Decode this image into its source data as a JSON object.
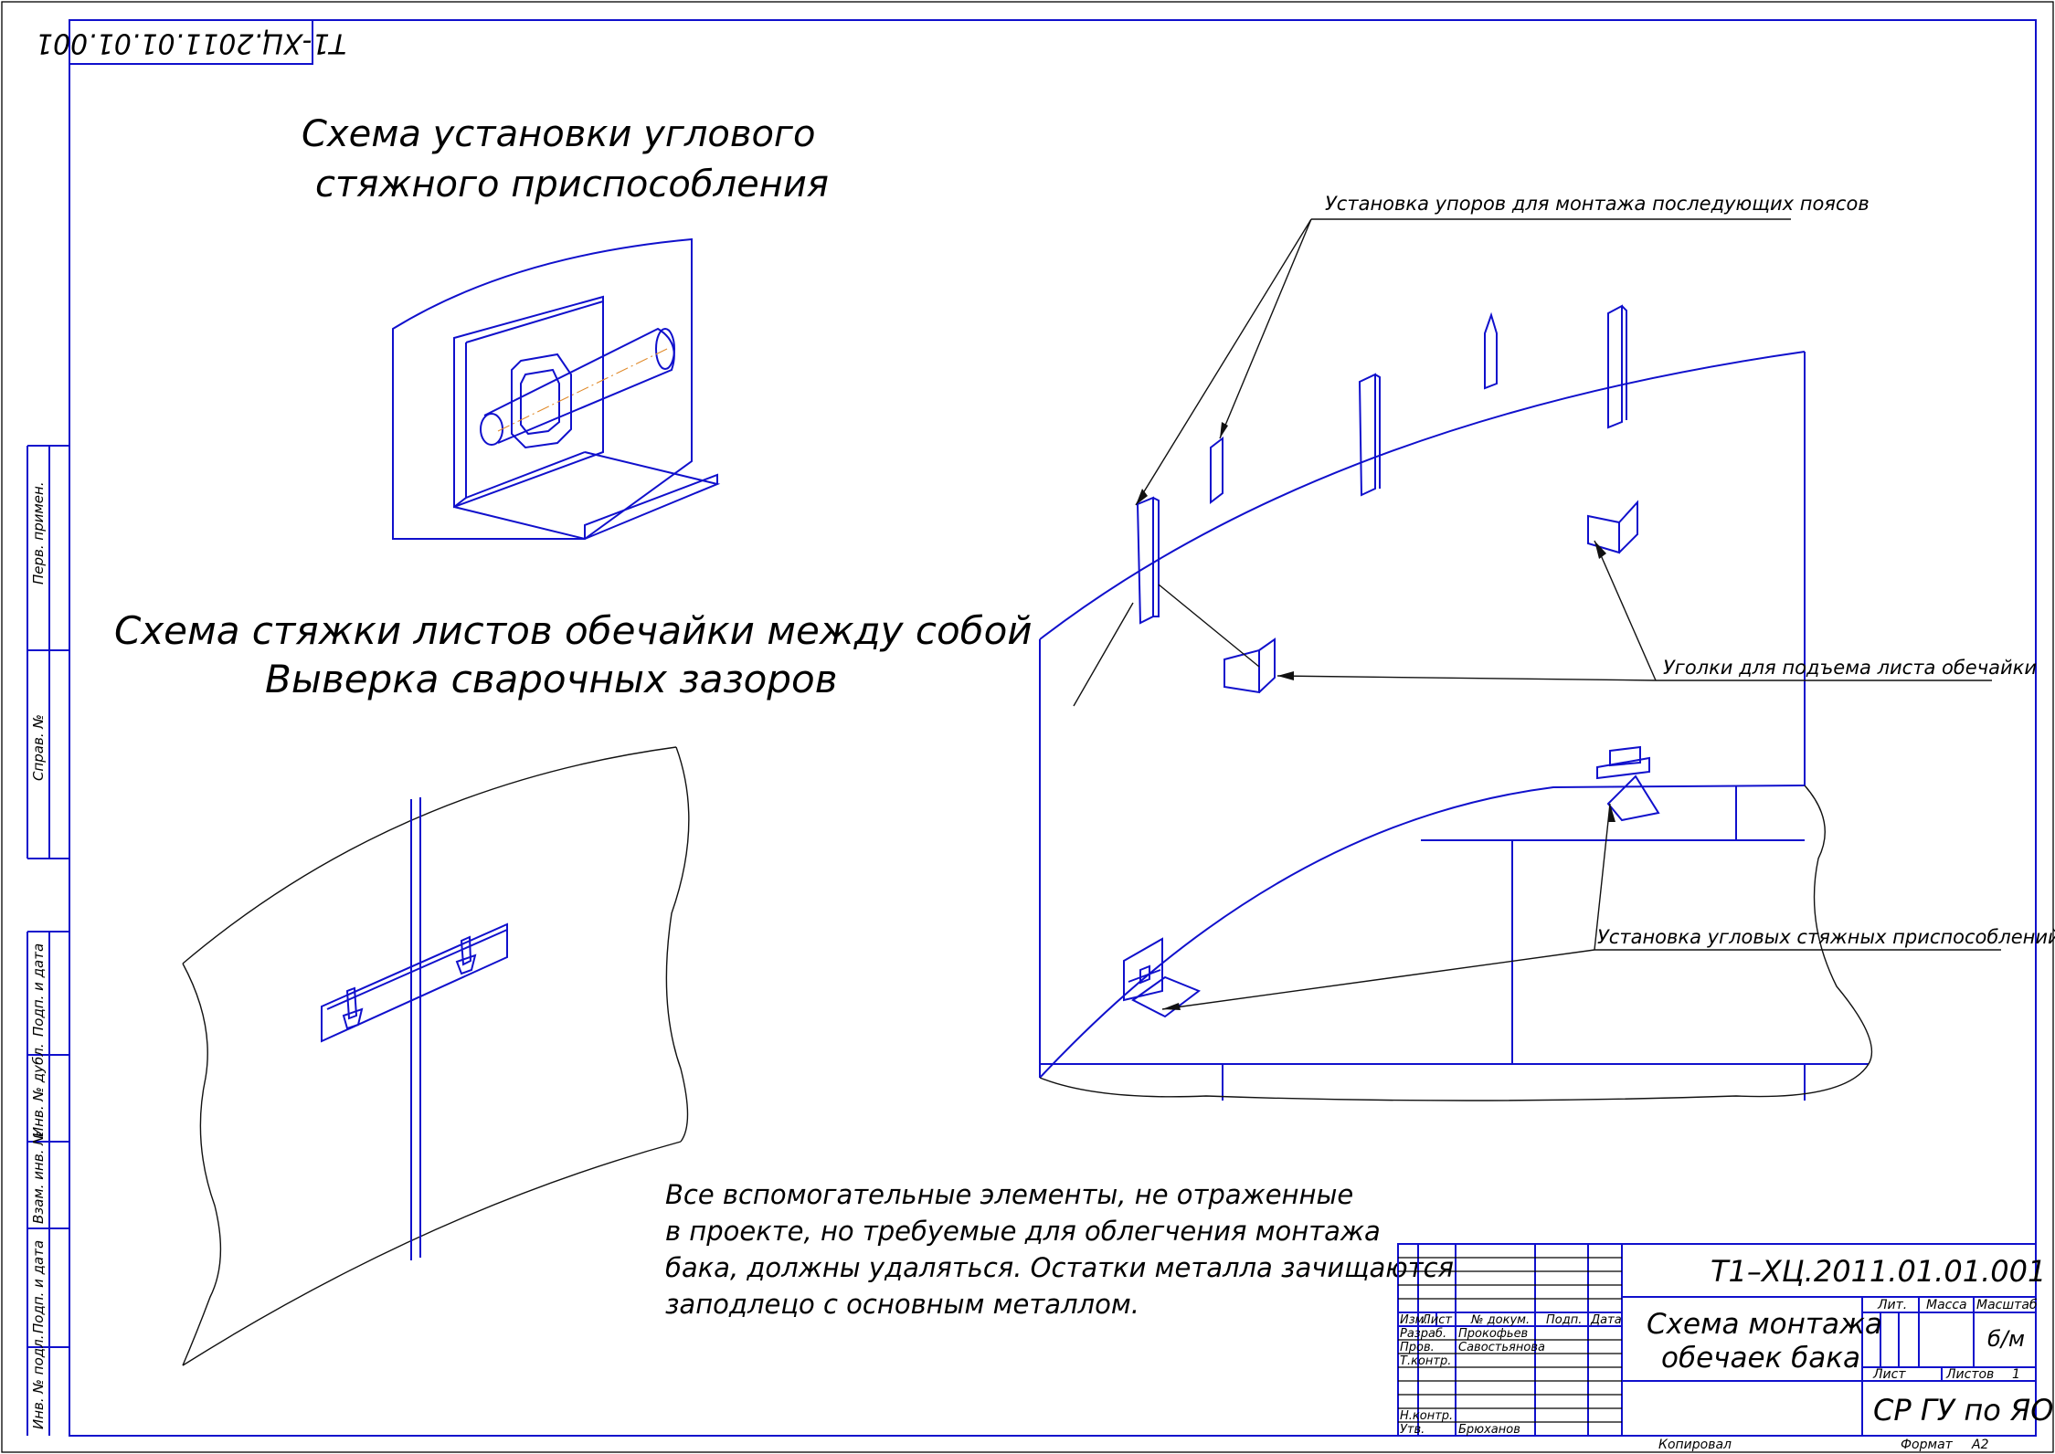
{
  "drawing": {
    "stamp_code": "Т1-ХЦ.2011.01.01.001",
    "title1_line1": "Схема установки углового",
    "title1_line2": "стяжного приспособления",
    "title2_line1": "Схема стяжки листов обечайки между собой",
    "title2_line2": "Выверка сварочных зазоров",
    "leader_stops": "Установка упоров для монтажа последующих поясов",
    "leader_angles": "Уголки для подъема листа обечайки",
    "leader_fixtures": "Установка угловых стяжных приспособлений",
    "note_line1": "Все вспомогательные элементы, не отраженные",
    "note_line2": "в проекте, но требуемые для облегчения монтажа",
    "note_line3": "бака, должны удаляться. Остатки металла зачищаются",
    "note_line4": "заподлецо с основным металлом."
  },
  "side_strip": {
    "perv_primen": "Перв. примен.",
    "sprav_no": "Справ. №",
    "podp_data_1": "Подп. и дата",
    "inv_dubl": "Инв. № дубл.",
    "vzam_inv": "Взам. инв. №",
    "podp_data_2": "Подп. и дата",
    "inv_podl": "Инв. № подл."
  },
  "title_block": {
    "doc_code": "Т1–ХЦ.2011.01.01.001",
    "name_line1": "Схема монтажа",
    "name_line2": "обечаек бака",
    "col_izm": "Изм.",
    "col_list": "Лист",
    "col_doc": "№ докум.",
    "col_podp": "Подп.",
    "col_data": "Дата",
    "razrab_label": "Разраб.",
    "razrab_name": "Прокофьев",
    "prov_label": "Пров.",
    "prov_name": "Савостьянова",
    "tkontr_label": "Т.контр.",
    "nkontr_label": "Н.контр.",
    "utv_label": "Утв.",
    "utv_name": "Брюханов",
    "lit_label": "Лит.",
    "massa_label": "Масса",
    "masshtab_label": "Масштаб",
    "masshtab_value": "б/м",
    "list_label": "Лист",
    "listov_label": "Листов",
    "listov_value": "1",
    "org": "СР ГУ по ЯО",
    "kopiroval": "Копировал",
    "format_label": "Формат",
    "format_value": "А2"
  }
}
